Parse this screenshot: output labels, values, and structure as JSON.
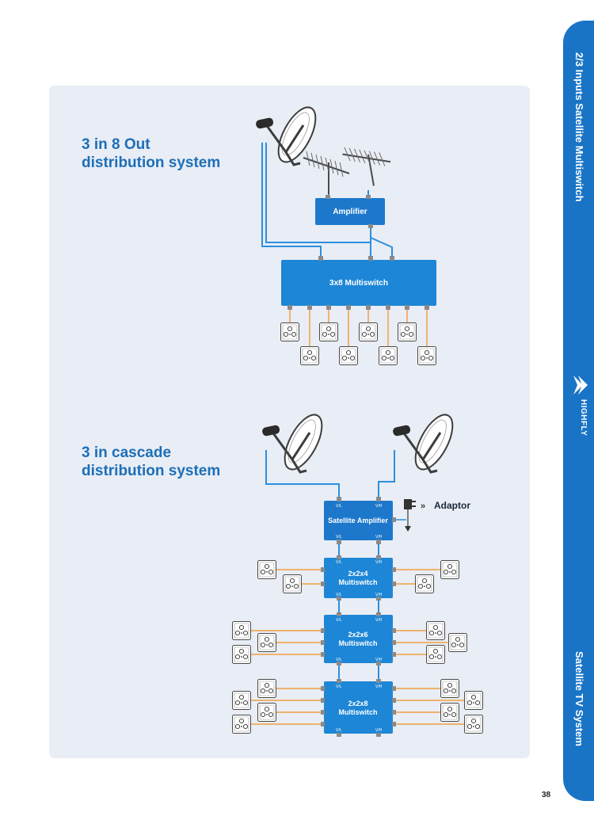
{
  "sidebar": {
    "top_title": "2/3 Inputs Satellite Multiswitch",
    "brand": "HIGHFLY",
    "bottom_title": "Satellite TV System"
  },
  "page_number": "38",
  "section1": {
    "heading_line1": "3 in 8 Out",
    "heading_line2": "distribution system",
    "amplifier_label": "Amplifier",
    "multiswitch_label": "3x8 Multiswitch"
  },
  "section2": {
    "heading_line1": "3 in cascade",
    "heading_line2": "distribution system",
    "sat_amp_label": "Satellite Amplifier",
    "adaptor_label": "Adaptor",
    "port_vl": "V/L",
    "port_vh": "V/H",
    "ms1_line1": "2x2x4",
    "ms1_line2": "Multiswitch",
    "ms2_line1": "2x2x6",
    "ms2_line2": "Multiswitch",
    "ms3_line1": "2x2x8",
    "ms3_line2": "Multiswitch"
  },
  "colors": {
    "accent_blue": "#1a74c6",
    "box_blue": "#1d86d6",
    "cable_blue": "#2a8fe0",
    "cable_orange": "#f0a040",
    "panel_bg": "#e9edf5"
  }
}
